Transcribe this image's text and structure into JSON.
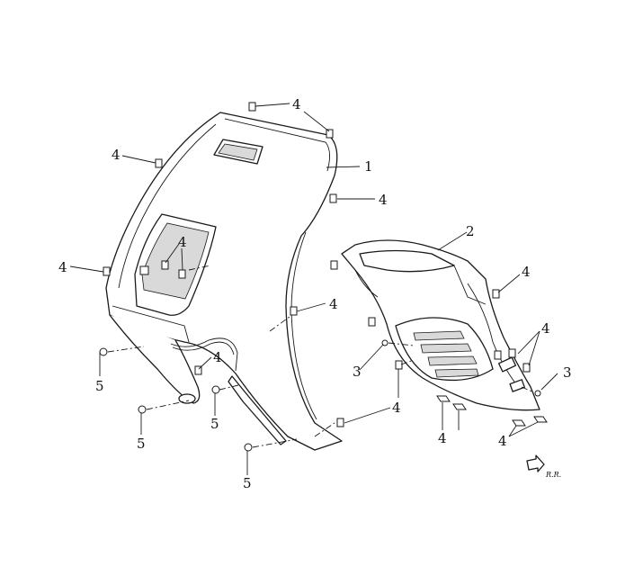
{
  "callouts": {
    "c1": "1",
    "c2": "2",
    "c3": "3",
    "c4": "4",
    "c5": "5"
  },
  "direction_label": "R.R."
}
